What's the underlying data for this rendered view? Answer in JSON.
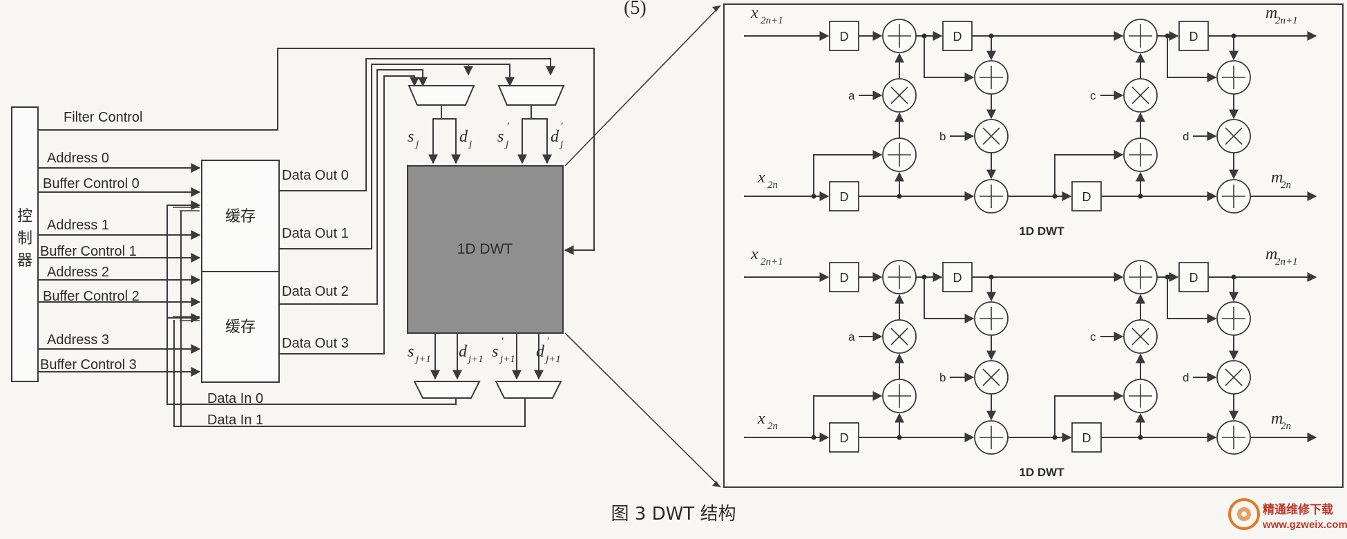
{
  "equation_number": "(5)",
  "controller": {
    "label": "控\n制\n器"
  },
  "signals": {
    "filter_control": "Filter Control",
    "address_0": "Address 0",
    "buffer_control_0": "Buffer Control 0",
    "address_1": "Address 1",
    "buffer_control_1": "Buffer Control 1",
    "address_2": "Address 2",
    "buffer_control_2": "Buffer Control 2",
    "address_3": "Address 3",
    "buffer_control_3": "Buffer Control 3",
    "data_out_0": "Data Out 0",
    "data_out_1": "Data Out 1",
    "data_out_2": "Data Out 2",
    "data_out_3": "Data Out 3",
    "data_in_0": "Data In 0",
    "data_in_1": "Data In 1"
  },
  "buffers": {
    "top": "缓存",
    "bottom": "缓存"
  },
  "dwt_block": {
    "label": "1D DWT"
  },
  "dwt_ports": {
    "s_j": {
      "base": "s",
      "sub": "j",
      "prime": ""
    },
    "d_j": {
      "base": "d",
      "sub": "j",
      "prime": ""
    },
    "s_j_prime": {
      "base": "s",
      "sub": "j",
      "prime": "'"
    },
    "d_j_prime": {
      "base": "d",
      "sub": "j",
      "prime": "'"
    },
    "s_j1": {
      "base": "s",
      "sub": "j+1",
      "prime": ""
    },
    "d_j1": {
      "base": "d",
      "sub": "j+1",
      "prime": ""
    },
    "s_j1_prime": {
      "base": "s",
      "sub": "j+1",
      "prime": "'"
    },
    "d_j1_prime": {
      "base": "d",
      "sub": "j+1",
      "prime": "'"
    }
  },
  "lifting": {
    "input_odd": {
      "base": "x",
      "sub": "2n+1"
    },
    "input_even": {
      "base": "x",
      "sub": "2n"
    },
    "output_odd": {
      "base": "m",
      "sub": "2n+1"
    },
    "output_even": {
      "base": "m",
      "sub": "2n"
    },
    "delay_label": "D",
    "coef_a": "a",
    "coef_b": "b",
    "coef_c": "c",
    "coef_d": "d",
    "block_label_top": "1D DWT",
    "block_label_bottom": "1D DWT"
  },
  "caption": "图 3   DWT 结构",
  "watermark": {
    "line1": "精通维修下载",
    "line2": "www.gzweix.com"
  }
}
